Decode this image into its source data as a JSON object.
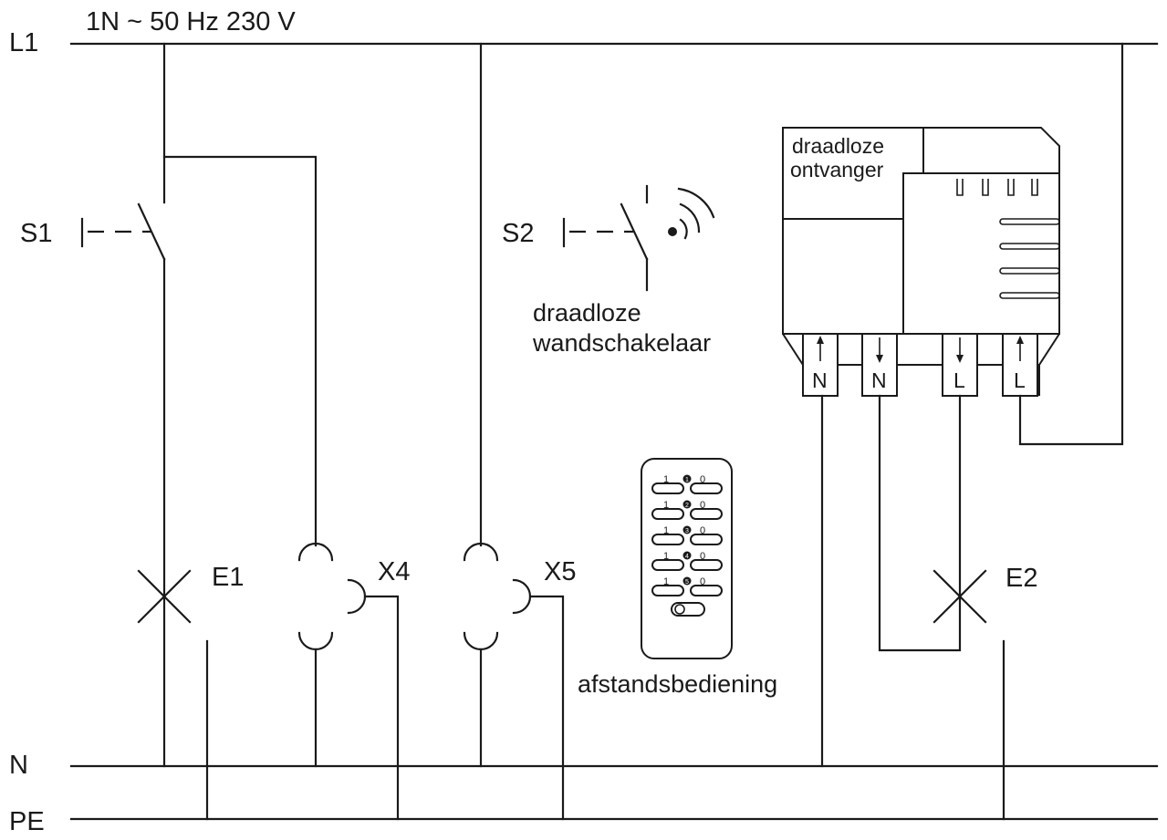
{
  "supply": "1N ~ 50 Hz 230 V",
  "rails": {
    "l1": "L1",
    "n": "N",
    "pe": "PE"
  },
  "switch_s1": {
    "label": "S1"
  },
  "lamp_e1": {
    "label": "E1"
  },
  "socket_x4": {
    "label": "X4"
  },
  "socket_x5": {
    "label": "X5"
  },
  "switch_s2": {
    "label": "S2",
    "caption_line1": "draadloze",
    "caption_line2": "wandschakelaar"
  },
  "receiver": {
    "title_line1": "draadloze",
    "title_line2": "ontvanger",
    "terminals": [
      "N",
      "N",
      "L",
      "L"
    ]
  },
  "lamp_e2": {
    "label": "E2"
  },
  "remote": {
    "caption": "afstandsbediening",
    "on_label": "1",
    "off_label": "0",
    "channels": [
      "1",
      "2",
      "3",
      "4",
      "5"
    ]
  }
}
